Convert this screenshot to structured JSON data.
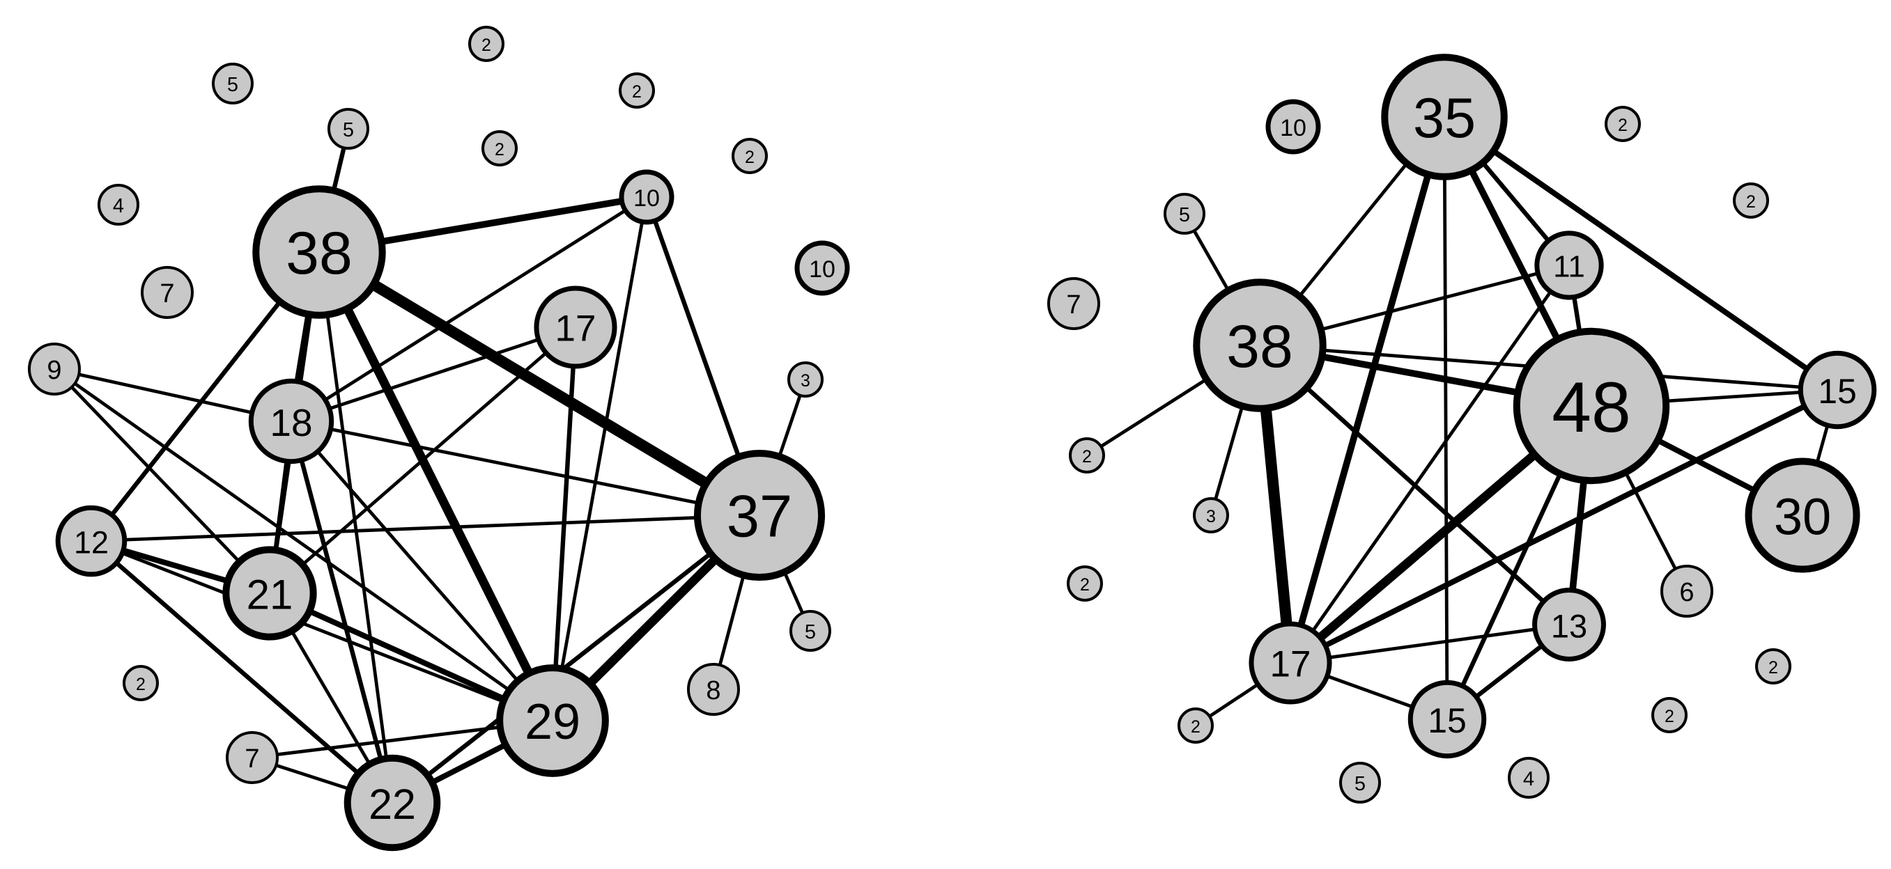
{
  "style": {
    "node_fill": "#c8c8c8",
    "node_stroke": "#000000",
    "edge_color": "#000000",
    "background": "#ffffff"
  },
  "networks": [
    {
      "id": "left",
      "nodes": [
        {
          "id": "L38",
          "label": "38",
          "value": 38
        },
        {
          "id": "L37",
          "label": "37",
          "value": 37
        },
        {
          "id": "L29",
          "label": "29",
          "value": 29
        },
        {
          "id": "L22",
          "label": "22",
          "value": 22
        },
        {
          "id": "L21",
          "label": "21",
          "value": 21
        },
        {
          "id": "L18",
          "label": "18",
          "value": 18
        },
        {
          "id": "L17",
          "label": "17",
          "value": 17
        },
        {
          "id": "L12",
          "label": "12",
          "value": 12
        },
        {
          "id": "L10a",
          "label": "10",
          "value": 10
        },
        {
          "id": "L10b",
          "label": "10",
          "value": 10
        },
        {
          "id": "L9",
          "label": "9",
          "value": 9
        },
        {
          "id": "L8",
          "label": "8",
          "value": 8
        },
        {
          "id": "L7a",
          "label": "7",
          "value": 7
        },
        {
          "id": "L7b",
          "label": "7",
          "value": 7
        },
        {
          "id": "L5a",
          "label": "5",
          "value": 5
        },
        {
          "id": "L5b",
          "label": "5",
          "value": 5
        },
        {
          "id": "L5c",
          "label": "5",
          "value": 5
        },
        {
          "id": "L4",
          "label": "4",
          "value": 4
        },
        {
          "id": "L3",
          "label": "3",
          "value": 3
        },
        {
          "id": "L2a",
          "label": "2",
          "value": 2
        },
        {
          "id": "L2b",
          "label": "2",
          "value": 2
        },
        {
          "id": "L2c",
          "label": "2",
          "value": 2
        },
        {
          "id": "L2d",
          "label": "2",
          "value": 2
        },
        {
          "id": "L2e",
          "label": "2",
          "value": 2
        }
      ],
      "edges": [
        {
          "source": "L38",
          "target": "L37",
          "weight": 5
        },
        {
          "source": "L38",
          "target": "L29",
          "weight": 4
        },
        {
          "source": "L38",
          "target": "L10a",
          "weight": 3
        },
        {
          "source": "L38",
          "target": "L18",
          "weight": 3
        },
        {
          "source": "L38",
          "target": "L5a",
          "weight": 2
        },
        {
          "source": "L38",
          "target": "L12",
          "weight": 2
        },
        {
          "source": "L38",
          "target": "L21",
          "weight": 2
        },
        {
          "source": "L38",
          "target": "L22",
          "weight": 1.5
        },
        {
          "source": "L10a",
          "target": "L37",
          "weight": 2
        },
        {
          "source": "L10a",
          "target": "L18",
          "weight": 1.5
        },
        {
          "source": "L10a",
          "target": "L29",
          "weight": 1.5
        },
        {
          "source": "L17",
          "target": "L18",
          "weight": 1.5
        },
        {
          "source": "L17",
          "target": "L29",
          "weight": 2
        },
        {
          "source": "L17",
          "target": "L21",
          "weight": 1.5
        },
        {
          "source": "L37",
          "target": "L29",
          "weight": 4
        },
        {
          "source": "L37",
          "target": "L12",
          "weight": 1.5
        },
        {
          "source": "L37",
          "target": "L18",
          "weight": 1.5
        },
        {
          "source": "L37",
          "target": "L22",
          "weight": 2
        },
        {
          "source": "L37",
          "target": "L3",
          "weight": 1.5
        },
        {
          "source": "L37",
          "target": "L5c",
          "weight": 1.5
        },
        {
          "source": "L37",
          "target": "L8",
          "weight": 1.5
        },
        {
          "source": "L9",
          "target": "L18",
          "weight": 1.5
        },
        {
          "source": "L9",
          "target": "L21",
          "weight": 1.5
        },
        {
          "source": "L9",
          "target": "L29",
          "weight": 1.5
        },
        {
          "source": "L18",
          "target": "L21",
          "weight": 1.5
        },
        {
          "source": "L18",
          "target": "L22",
          "weight": 2
        },
        {
          "source": "L18",
          "target": "L29",
          "weight": 1.5
        },
        {
          "source": "L12",
          "target": "L21",
          "weight": 2.5
        },
        {
          "source": "L12",
          "target": "L22",
          "weight": 2
        },
        {
          "source": "L12",
          "target": "L29",
          "weight": 1.5
        },
        {
          "source": "L21",
          "target": "L29",
          "weight": 2.5
        },
        {
          "source": "L21",
          "target": "L22",
          "weight": 1.5
        },
        {
          "source": "L29",
          "target": "L22",
          "weight": 2.5
        },
        {
          "source": "L29",
          "target": "L7b",
          "weight": 1.5
        },
        {
          "source": "L7b",
          "target": "L22",
          "weight": 1.5
        }
      ]
    },
    {
      "id": "right",
      "nodes": [
        {
          "id": "R48",
          "label": "48",
          "value": 48
        },
        {
          "id": "R38",
          "label": "38",
          "value": 38
        },
        {
          "id": "R35",
          "label": "35",
          "value": 35
        },
        {
          "id": "R30",
          "label": "30",
          "value": 30
        },
        {
          "id": "R17",
          "label": "17",
          "value": 17
        },
        {
          "id": "R15a",
          "label": "15",
          "value": 15
        },
        {
          "id": "R15b",
          "label": "15",
          "value": 15
        },
        {
          "id": "R13",
          "label": "13",
          "value": 13
        },
        {
          "id": "R11",
          "label": "11",
          "value": 11
        },
        {
          "id": "R10",
          "label": "10",
          "value": 10
        },
        {
          "id": "R7",
          "label": "7",
          "value": 7
        },
        {
          "id": "R6",
          "label": "6",
          "value": 6
        },
        {
          "id": "R5a",
          "label": "5",
          "value": 5
        },
        {
          "id": "R5b",
          "label": "5",
          "value": 5
        },
        {
          "id": "R4",
          "label": "4",
          "value": 4
        },
        {
          "id": "R3",
          "label": "3",
          "value": 3
        },
        {
          "id": "R2a",
          "label": "2",
          "value": 2
        },
        {
          "id": "R2b",
          "label": "2",
          "value": 2
        },
        {
          "id": "R2c",
          "label": "2",
          "value": 2
        },
        {
          "id": "R2d",
          "label": "2",
          "value": 2
        },
        {
          "id": "R2e",
          "label": "2",
          "value": 2
        },
        {
          "id": "R2f",
          "label": "2",
          "value": 2
        },
        {
          "id": "R2g",
          "label": "2",
          "value": 2
        }
      ],
      "edges": [
        {
          "source": "R35",
          "target": "R38",
          "weight": 1.5
        },
        {
          "source": "R35",
          "target": "R17",
          "weight": 3
        },
        {
          "source": "R35",
          "target": "R15b",
          "weight": 1.5
        },
        {
          "source": "R35",
          "target": "R48",
          "weight": 3
        },
        {
          "source": "R35",
          "target": "R11",
          "weight": 2
        },
        {
          "source": "R35",
          "target": "R15a",
          "weight": 2.5
        },
        {
          "source": "R38",
          "target": "R48",
          "weight": 3
        },
        {
          "source": "R38",
          "target": "R11",
          "weight": 1.5
        },
        {
          "source": "R38",
          "target": "R15a",
          "weight": 1.5
        },
        {
          "source": "R38",
          "target": "R17",
          "weight": 5
        },
        {
          "source": "R38",
          "target": "R13",
          "weight": 2
        },
        {
          "source": "R38",
          "target": "R5a",
          "weight": 1.5
        },
        {
          "source": "R38",
          "target": "R2a",
          "weight": 1.5
        },
        {
          "source": "R38",
          "target": "R3",
          "weight": 1.5
        },
        {
          "source": "R11",
          "target": "R48",
          "weight": 2
        },
        {
          "source": "R11",
          "target": "R17",
          "weight": 1.5
        },
        {
          "source": "R48",
          "target": "R17",
          "weight": 4
        },
        {
          "source": "R48",
          "target": "R15a",
          "weight": 1.5
        },
        {
          "source": "R48",
          "target": "R30",
          "weight": 2.5
        },
        {
          "source": "R48",
          "target": "R13",
          "weight": 3
        },
        {
          "source": "R48",
          "target": "R15b",
          "weight": 2
        },
        {
          "source": "R48",
          "target": "R6",
          "weight": 1.5
        },
        {
          "source": "R17",
          "target": "R15a",
          "weight": 2.5
        },
        {
          "source": "R17",
          "target": "R13",
          "weight": 1.5
        },
        {
          "source": "R17",
          "target": "R15b",
          "weight": 1.5
        },
        {
          "source": "R17",
          "target": "R2e",
          "weight": 1.5
        },
        {
          "source": "R15a",
          "target": "R30",
          "weight": 1.5
        },
        {
          "source": "R13",
          "target": "R15b",
          "weight": 2
        }
      ]
    }
  ]
}
